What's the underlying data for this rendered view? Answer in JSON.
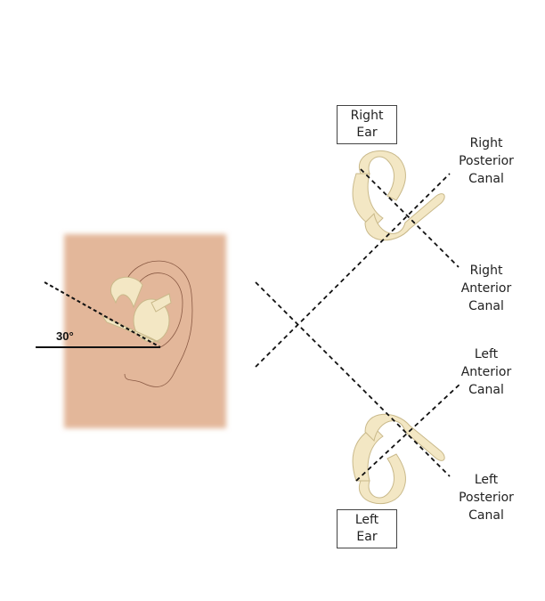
{
  "angle_label": "30°",
  "right_ear": {
    "title": "Right\nEar",
    "posterior": "Right\nPosterior\nCanal",
    "anterior": "Right\nAnterior\nCanal"
  },
  "left_ear": {
    "title": "Left\nEar",
    "anterior": "Left\nAnterior\nCanal",
    "posterior": "Left\nPosterior\nCanal"
  },
  "colors": {
    "skin": "#e3b79a",
    "bone": "#f3e7c4",
    "bone_stroke": "#c9b98a",
    "line": "#111111"
  }
}
